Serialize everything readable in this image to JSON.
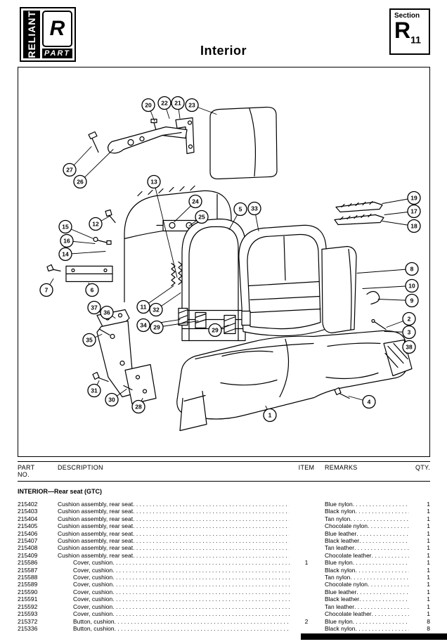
{
  "colors": {
    "ink": "#000000",
    "paper": "#ffffff"
  },
  "header": {
    "logo": {
      "brand_vertical": "RELIANT",
      "letter": "R",
      "part_label": "PART"
    },
    "title": "Interior",
    "section_box": {
      "label": "Section",
      "letter": "R",
      "number": "11"
    }
  },
  "diagram": {
    "callouts": [
      "20",
      "22",
      "21",
      "23",
      "27",
      "26",
      "13",
      "24",
      "25",
      "5",
      "33",
      "19",
      "17",
      "18",
      "15",
      "12",
      "16",
      "14",
      "8",
      "10",
      "9",
      "7",
      "6",
      "11",
      "32",
      "37",
      "36",
      "34",
      "29",
      "29",
      "2",
      "3",
      "38",
      "35",
      "31",
      "30",
      "28",
      "1",
      "4"
    ]
  },
  "table": {
    "headers": {
      "part_line1": "PART",
      "part_line2": "NO.",
      "description": "DESCRIPTION",
      "item": "ITEM",
      "remarks": "REMARKS",
      "qty": "QTY."
    },
    "section_title": "INTERIOR—Rear seat (GTC)",
    "rows": [
      {
        "part_no": "215402",
        "description": "Cushion assembly, rear seat",
        "item": "",
        "remarks": "Blue nylon",
        "qty": "1",
        "indent": 0
      },
      {
        "part_no": "215403",
        "description": "Cushion assembly, rear seat",
        "item": "",
        "remarks": "Black nylon",
        "qty": "1",
        "indent": 0
      },
      {
        "part_no": "215404",
        "description": "Cushion assembly, rear seat",
        "item": "",
        "remarks": "Tan nylon",
        "qty": "1",
        "indent": 0
      },
      {
        "part_no": "215405",
        "description": "Cushion assembly, rear seat",
        "item": "",
        "remarks": "Chocolate nylon",
        "qty": "1",
        "indent": 0
      },
      {
        "part_no": "215406",
        "description": "Cushion assembly, rear seat",
        "item": "",
        "remarks": "Blue leather",
        "qty": "1",
        "indent": 0
      },
      {
        "part_no": "215407",
        "description": "Cushion assembly, rear seat",
        "item": "",
        "remarks": "Black leather",
        "qty": "1",
        "indent": 0
      },
      {
        "part_no": "215408",
        "description": "Cushion assembly, rear seat",
        "item": "",
        "remarks": "Tan leather",
        "qty": "1",
        "indent": 0
      },
      {
        "part_no": "215409",
        "description": "Cushion assembly, rear seat",
        "item": "",
        "remarks": "Chocolate leather",
        "qty": "1",
        "indent": 0
      },
      {
        "part_no": "215586",
        "description": "Cover, cushion",
        "item": "1",
        "remarks": "Blue nylon",
        "qty": "1",
        "indent": 1
      },
      {
        "part_no": "215587",
        "description": "Cover, cushion",
        "item": "",
        "remarks": "Black nylon",
        "qty": "1",
        "indent": 1
      },
      {
        "part_no": "215588",
        "description": "Cover, cushion",
        "item": "",
        "remarks": "Tan nylon",
        "qty": "1",
        "indent": 1
      },
      {
        "part_no": "215589",
        "description": "Cover, cushion",
        "item": "",
        "remarks": "Chocolate nylon",
        "qty": "1",
        "indent": 1
      },
      {
        "part_no": "215590",
        "description": "Cover, cushion",
        "item": "",
        "remarks": "Blue leather",
        "qty": "1",
        "indent": 1
      },
      {
        "part_no": "215591",
        "description": "Cover, cushion",
        "item": "",
        "remarks": "Black leather",
        "qty": "1",
        "indent": 1
      },
      {
        "part_no": "215592",
        "description": "Cover, cushion",
        "item": "",
        "remarks": "Tan leather",
        "qty": "1",
        "indent": 1
      },
      {
        "part_no": "215593",
        "description": "Cover, cushion",
        "item": "",
        "remarks": "Chocolate leather",
        "qty": "1",
        "indent": 1
      },
      {
        "part_no": "215372",
        "description": "Button, cushion",
        "item": "2",
        "remarks": "Blue nylon",
        "qty": "8",
        "indent": 1
      },
      {
        "part_no": "215336",
        "description": "Button, cushion",
        "item": "",
        "remarks": "Black nylon",
        "qty": "8",
        "indent": 1
      }
    ]
  }
}
